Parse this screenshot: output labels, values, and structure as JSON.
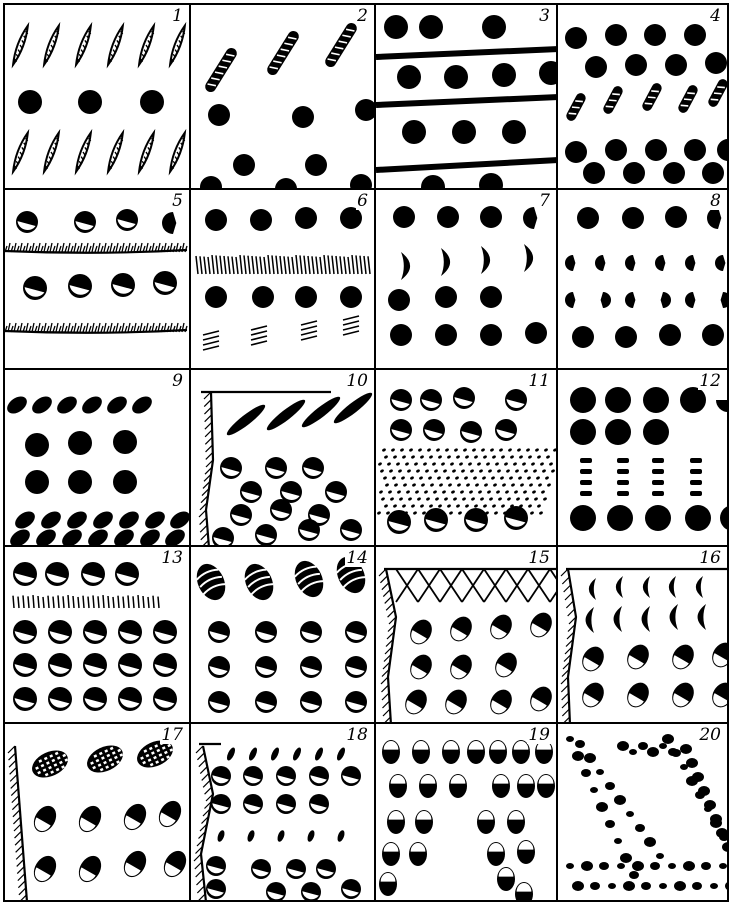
{
  "figure": {
    "panels": [
      {
        "id": 1,
        "label": "1"
      },
      {
        "id": 2,
        "label": "2"
      },
      {
        "id": 3,
        "label": "3"
      },
      {
        "id": 4,
        "label": "4"
      },
      {
        "id": 5,
        "label": "5"
      },
      {
        "id": 6,
        "label": "6"
      },
      {
        "id": 7,
        "label": "7"
      },
      {
        "id": 8,
        "label": "8"
      },
      {
        "id": 9,
        "label": "9"
      },
      {
        "id": 10,
        "label": "10"
      },
      {
        "id": 11,
        "label": "11"
      },
      {
        "id": 12,
        "label": "12"
      },
      {
        "id": 13,
        "label": "13"
      },
      {
        "id": 14,
        "label": "14"
      },
      {
        "id": 15,
        "label": "15"
      },
      {
        "id": 16,
        "label": "16"
      },
      {
        "id": 17,
        "label": "17"
      },
      {
        "id": 18,
        "label": "18"
      },
      {
        "id": 19,
        "label": "19"
      },
      {
        "id": 20,
        "label": "20"
      }
    ],
    "colors": {
      "ink": "#000000",
      "paper": "#ffffff"
    }
  }
}
